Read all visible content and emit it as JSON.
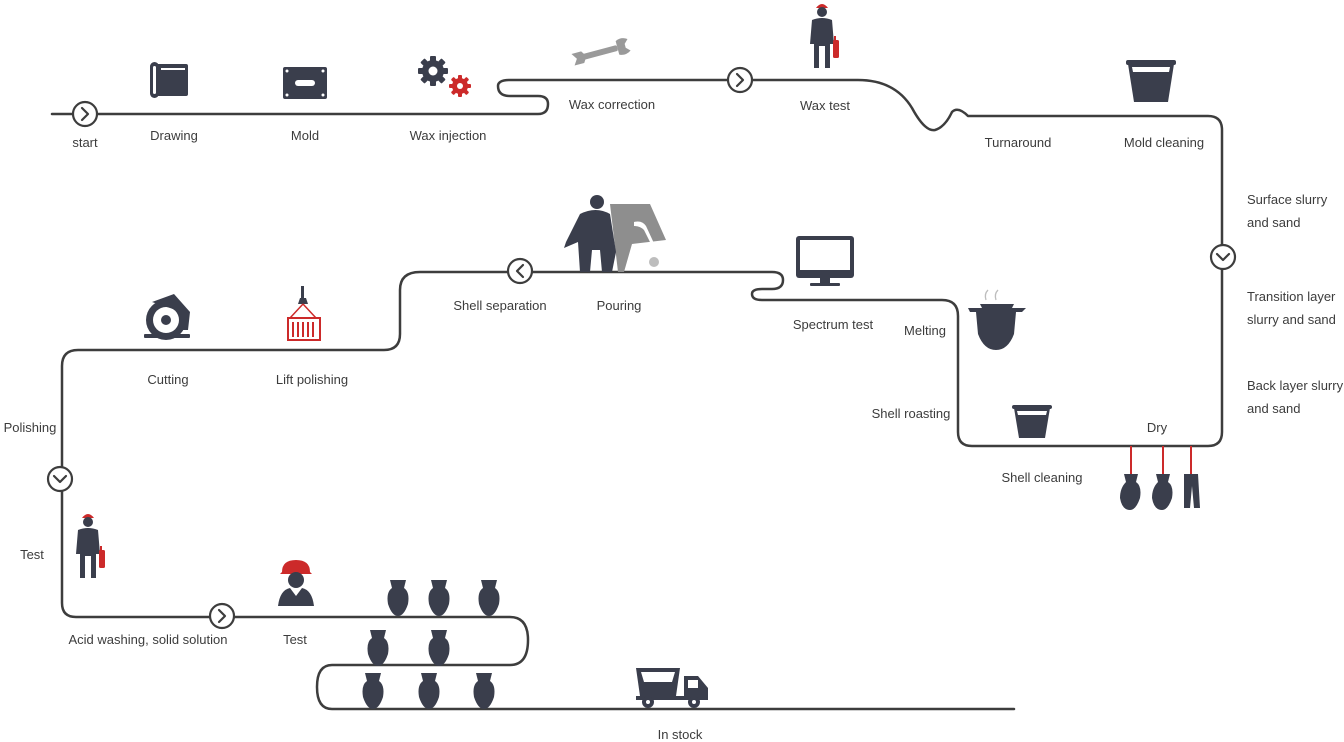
{
  "colors": {
    "line": "#3d3d3d",
    "icon": "#3a3e4c",
    "accent": "#cc2a2a",
    "text": "#3c3c3c"
  },
  "labels": {
    "start": "start",
    "drawing": "Drawing",
    "mold": "Mold",
    "wax_injection": "Wax injection",
    "wax_correction": "Wax correction",
    "wax_test": "Wax test",
    "turnaround": "Turnaround",
    "mold_cleaning": "Mold cleaning",
    "surface_slurry_1": "Surface slurry",
    "surface_slurry_2": "and sand",
    "transition_1": "Transition layer",
    "transition_2": "slurry and sand",
    "back_layer_1": "Back layer slurry",
    "back_layer_2": "and sand",
    "dry": "Dry",
    "shell_cleaning": "Shell cleaning",
    "shell_roasting": "Shell roasting",
    "melting": "Melting",
    "spectrum_test": "Spectrum test",
    "pouring": "Pouring",
    "shell_separation": "Shell separation",
    "lift_polishing": "Lift polishing",
    "cutting": "Cutting",
    "polishing": "Polishing",
    "test_left": "Test",
    "acid_washing": "Acid washing, solid solution",
    "test_bottom": "Test",
    "in_stock": "In stock"
  },
  "icons": [
    "drawing-scroll-icon",
    "mold-icon",
    "gears-icon",
    "wrench-icon",
    "worker-icon",
    "bucket-icon",
    "monitor-icon",
    "pouring-worker-icon",
    "crane-hoist-icon",
    "circular-saw-icon",
    "crucible-icon",
    "helmet-worker-icon",
    "casting-part-icon",
    "truck-icon"
  ]
}
